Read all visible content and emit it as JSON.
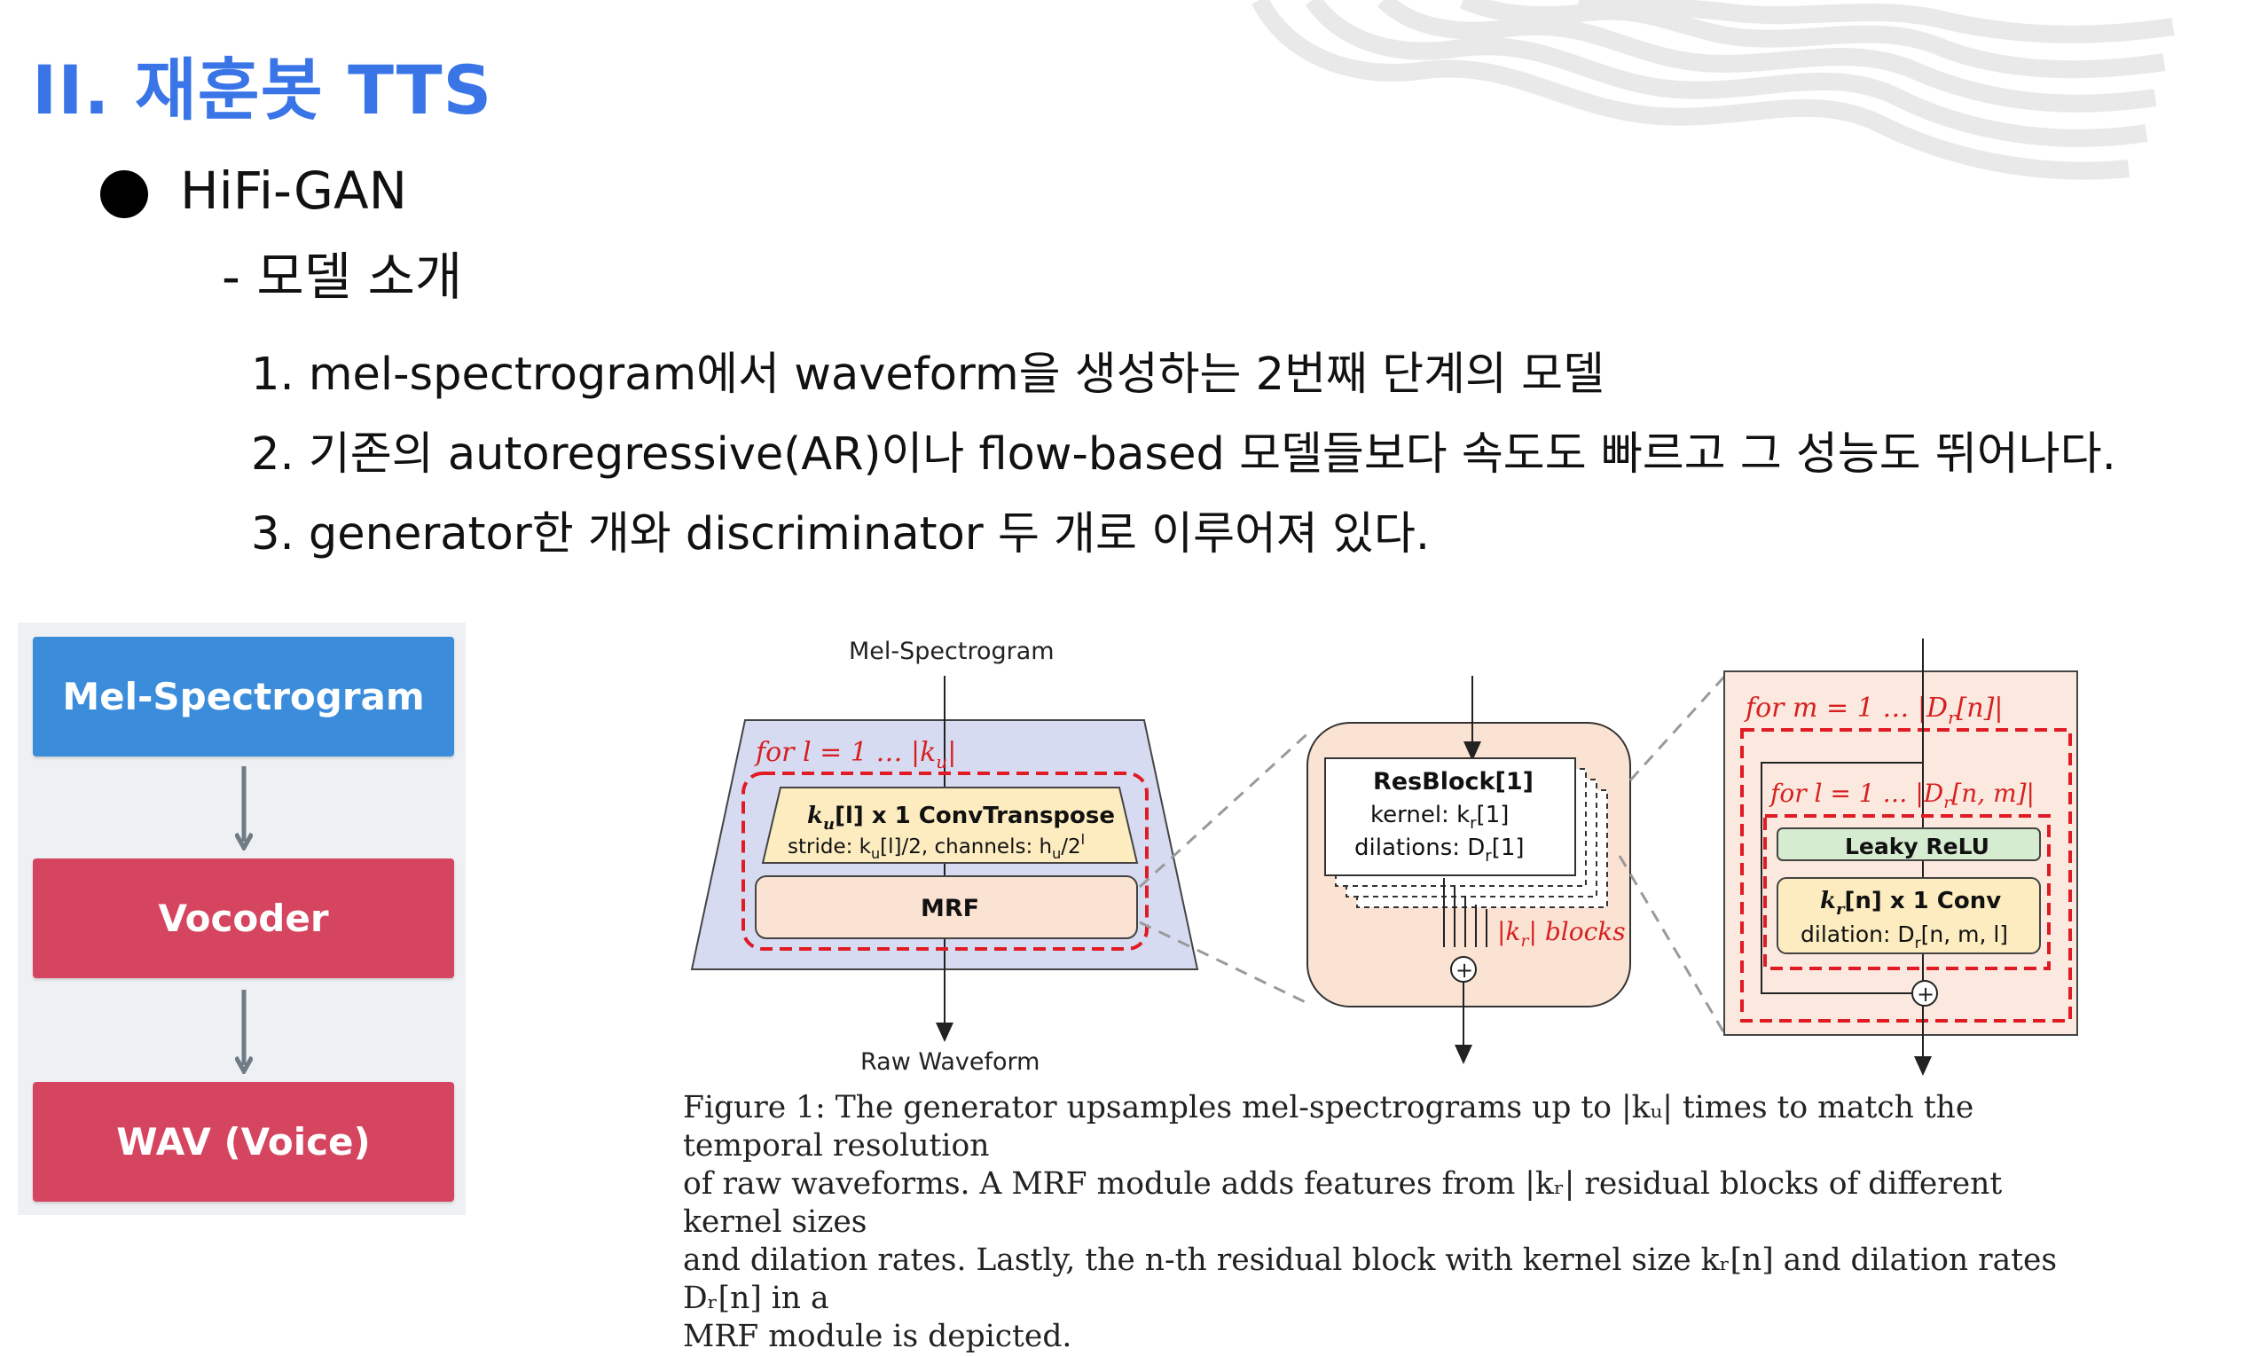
{
  "slide": {
    "title": "II. 재훈봇 TTS",
    "bullet": "HiFi-GAN",
    "subheading": "- 모델 소개",
    "points": [
      "1. mel-spectrogram에서 waveform을 생성하는 2번째 단계의 모델",
      "2. 기존의 autoregressive(AR)이나 flow-based 모델들보다 속도도 빠르고 그 성능도 뛰어나다.",
      "3. generator한 개와 discriminator 두 개로 이루어져 있다."
    ],
    "colors": {
      "title": "#3a75e8",
      "blue_box": "#3b8ddb",
      "red_box": "#d64560"
    }
  },
  "flowchart": {
    "boxes": [
      "Mel-Spectrogram",
      "Vocoder",
      "WAV (Voice)"
    ]
  },
  "figure": {
    "input_label": "Mel-Spectrogram",
    "output_label": "Raw Waveform",
    "left_loop": "for  l = 1 … |k",
    "left_loop_sub": "u",
    "conv_transpose_title": "k",
    "conv_transpose_title_sub": "u",
    "conv_transpose_title_rest": "[l] x 1  ConvTranspose",
    "conv_transpose_stride": "stride: k",
    "conv_transpose_stride_sub": "u",
    "conv_transpose_stride_rest": "[l]/2, channels: h",
    "conv_transpose_ch_sub": "u",
    "conv_transpose_ch_rest": "/2",
    "conv_transpose_ch_sup": "l",
    "mrf_label": "MRF",
    "resblock_title": "ResBlock[1]",
    "resblock_kernel": "kernel: k",
    "resblock_kernel_sub": "r",
    "resblock_kernel_rest": "[1]",
    "resblock_dilations": "dilations: D",
    "resblock_dilations_sub": "r",
    "resblock_dilations_rest": "[1]",
    "blocks_label": "|k",
    "blocks_label_sub": "r",
    "blocks_label_rest": "| blocks",
    "outer_loop": "for  m = 1 … |D",
    "outer_loop_sub": "r",
    "outer_loop_rest": "[n]|",
    "inner_loop": "for  l = 1 … |D",
    "inner_loop_sub": "r",
    "inner_loop_rest": "[n, m]|",
    "leaky_relu": "Leaky ReLU",
    "conv_title": "k",
    "conv_title_sub": "r",
    "conv_title_rest": "[n] x 1  Conv",
    "conv_dilation": "dilation: D",
    "conv_dilation_sub": "r",
    "conv_dilation_rest": "[n, m, l]"
  },
  "caption": {
    "lines": [
      "Figure 1: The generator upsamples mel-spectrograms up to |kᵤ| times to match the temporal resolution",
      "of raw waveforms. A MRF module adds features from |kᵣ| residual blocks of different kernel sizes",
      "and dilation rates. Lastly, the n-th residual block with kernel size kᵣ[n] and dilation rates Dᵣ[n] in a",
      "MRF module is depicted."
    ]
  }
}
